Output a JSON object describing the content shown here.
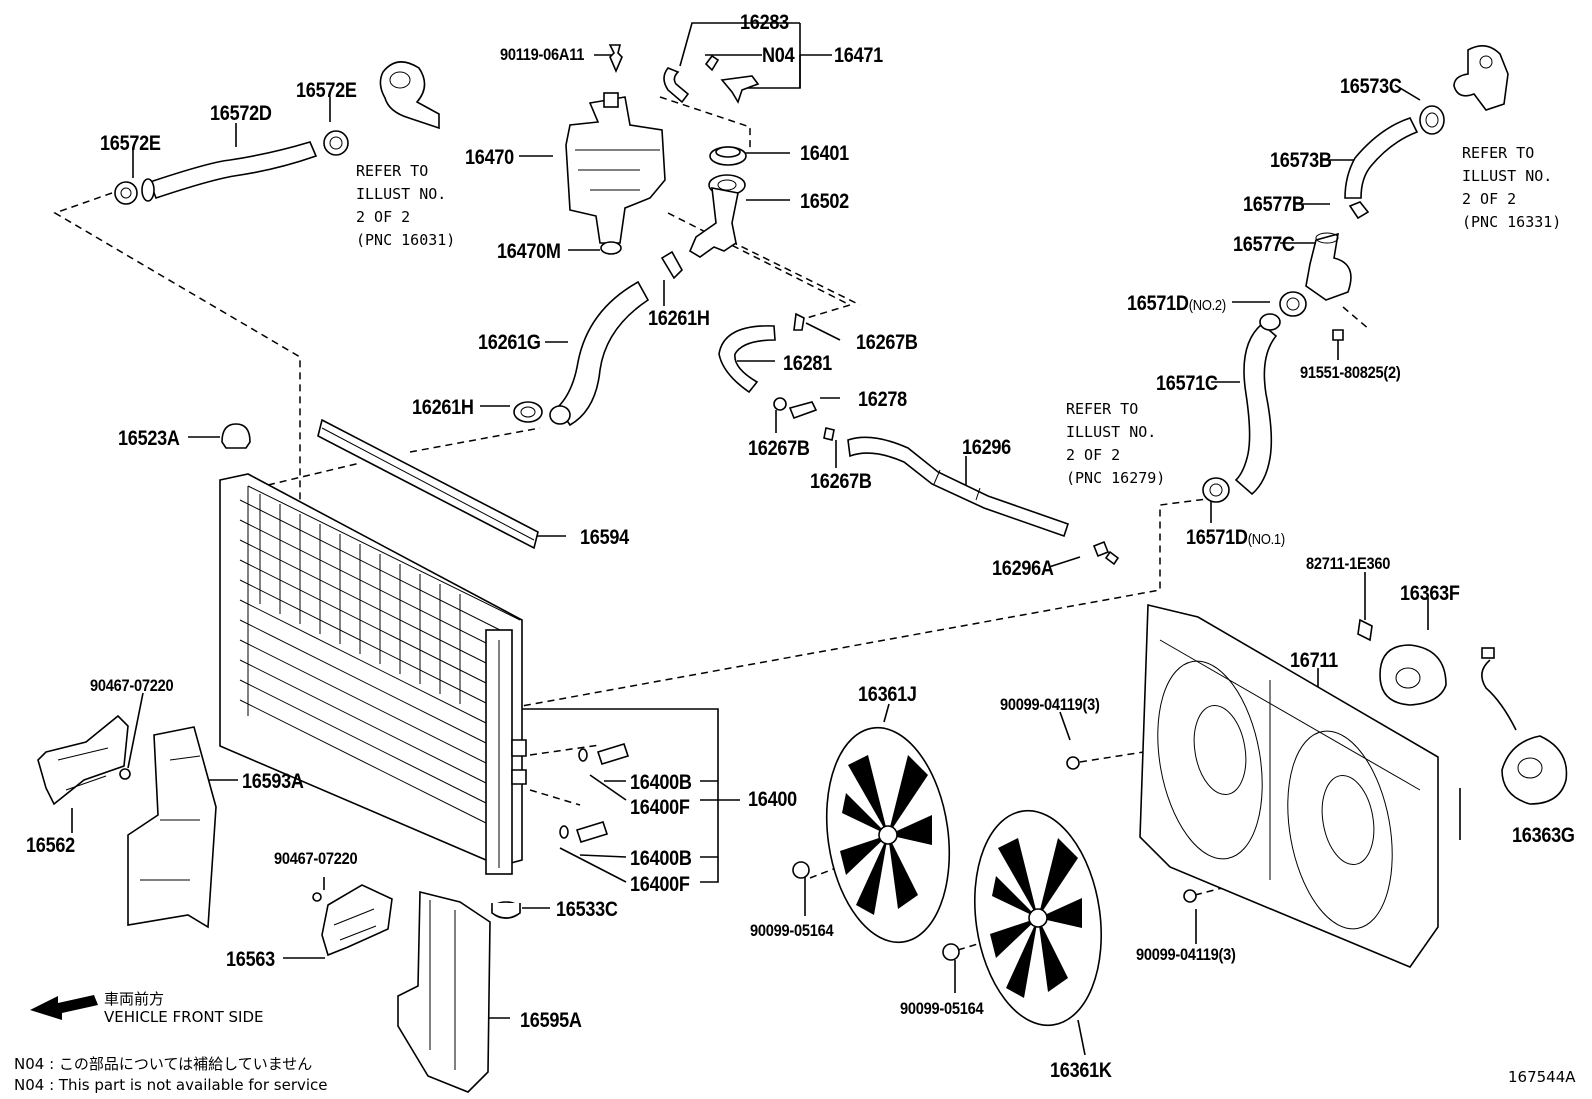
{
  "parts": {
    "p16283": "16283",
    "p90119": "90119-06A11",
    "pN04": "N04",
    "p16471": "16471",
    "p16573C": "16573C",
    "p16572D": "16572D",
    "p16572E_a": "16572E",
    "p16572E_b": "16572E",
    "p16470": "16470",
    "p16401": "16401",
    "p16573B": "16573B",
    "p16502": "16502",
    "p16577B": "16577B",
    "p16577C": "16577C",
    "p16470M": "16470M",
    "p16571D_2": "16571D",
    "p16261H_a": "16261H",
    "p16267B_a": "16267B",
    "p16261G": "16261G",
    "p91551": "91551-80825(2)",
    "p16281": "16281",
    "p16571C": "16571C",
    "p16278": "16278",
    "p16261H_b": "16261H",
    "p16523A": "16523A",
    "p16267B_b": "16267B",
    "p16296": "16296",
    "p16267B_c": "16267B",
    "p16594": "16594",
    "p16571D_1": "16571D",
    "p16296A": "16296A",
    "p82711": "82711-1E360",
    "p16363F": "16363F",
    "p16711": "16711",
    "p90467_a": "90467-07220",
    "p16361J": "16361J",
    "p90099_04119_a": "90099-04119(3)",
    "p16593A": "16593A",
    "p16400B_a": "16400B",
    "p16400": "16400",
    "p16400F_a": "16400F",
    "p16562": "16562",
    "p16363G": "16363G",
    "p16400B_b": "16400B",
    "p90467_b": "90467-07220",
    "p16400F_b": "16400F",
    "p16533C": "16533C",
    "p90099_05164_a": "90099-05164",
    "p90099_04119_b": "90099-04119(3)",
    "p16563": "16563",
    "p90099_05164_b": "90099-05164",
    "p16595A": "16595A",
    "p16361K": "16361K"
  },
  "suffixes": {
    "no2": "(NO.2)",
    "no1": "(NO.1)"
  },
  "refs": {
    "ref1": [
      "REFER TO",
      "ILLUST NO.",
      "2 OF 2",
      "(PNC 16031)"
    ],
    "ref2": [
      "REFER TO",
      "ILLUST NO.",
      "2 OF 2",
      "(PNC 16331)"
    ],
    "ref3": [
      "REFER TO",
      "ILLUST NO.",
      "2 OF 2",
      "(PNC 16279)"
    ]
  },
  "legend": {
    "front_jp": "車両前方",
    "front_en": "VEHICLE FRONT SIDE",
    "n04_jp": "N04 : この部品については補給していません",
    "n04_en": "N04 : This part is not available for service"
  },
  "illustration_id": "167544A"
}
